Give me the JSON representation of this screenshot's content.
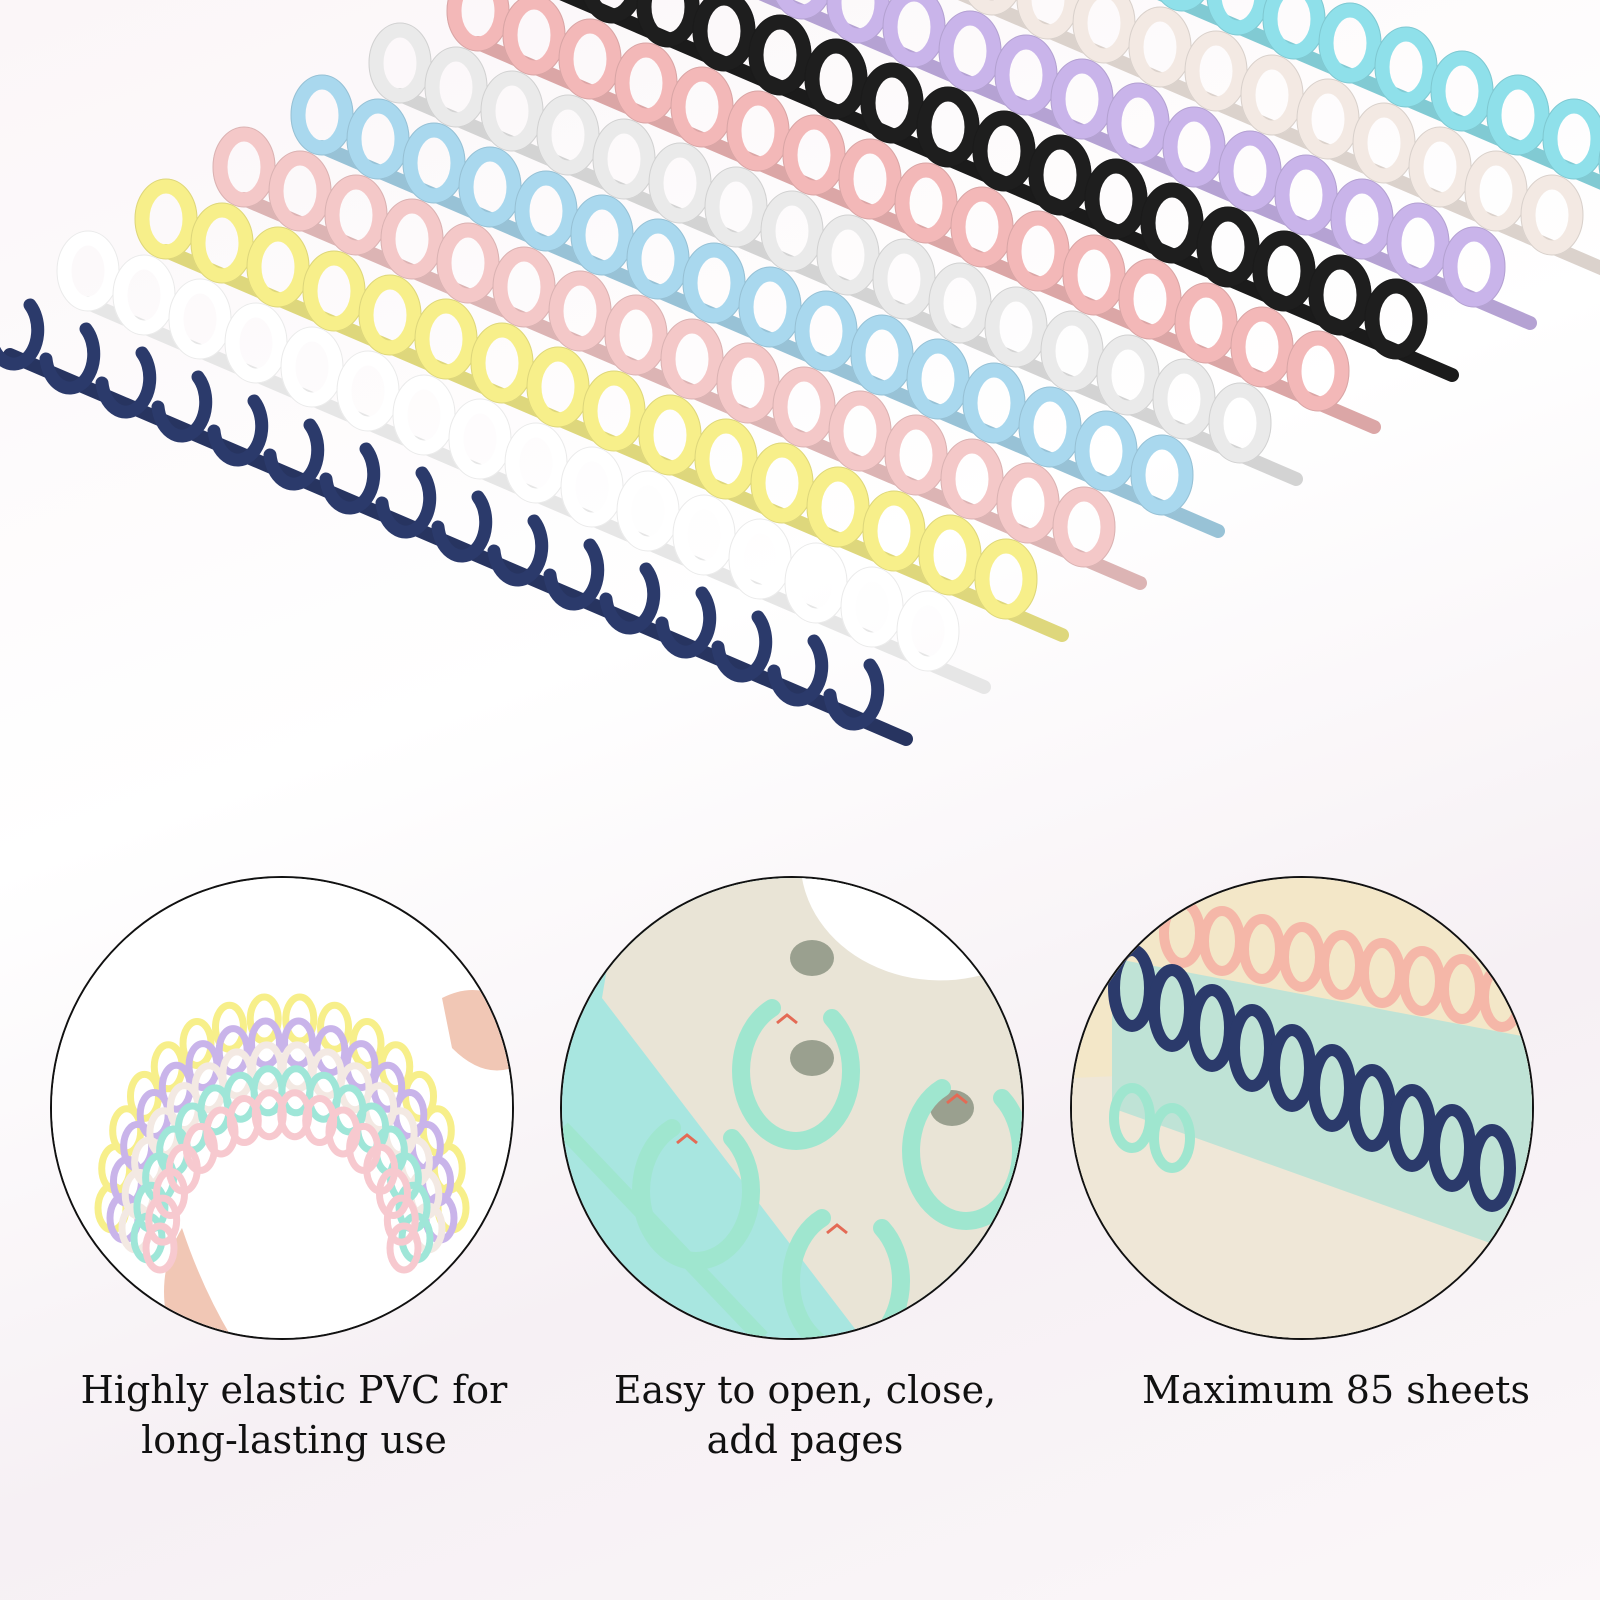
{
  "product": {
    "ring_row_colors": [
      "#2b3a6b",
      "#ffffff",
      "#f7ef8a",
      "#f4c8c8",
      "#a9d8ee",
      "#eaeaea",
      "#f3b8b8",
      "#1e1e1e",
      "#c9b4ea",
      "#f3e9e3",
      "#8fe0ea"
    ]
  },
  "features": [
    {
      "line1": "Highly elastic PVC for",
      "line2": "long-lasting use",
      "illustration": "bent-comb",
      "ring_colors": [
        "#f7ef8a",
        "#c9b4ea",
        "#f3e9e3",
        "#9fe6d8",
        "#f7c9cf"
      ]
    },
    {
      "line1": "Easy to open, close,",
      "line2": "add pages",
      "illustration": "open-ring",
      "ring_colors": [
        "#9fe6cf"
      ],
      "paper_color": "#e9e4d6",
      "bg_color": "#a8e6e0"
    },
    {
      "line1": "Maximum 85 sheets",
      "line2": "",
      "illustration": "bound-notebook",
      "ring_colors": [
        "#f5b7a8",
        "#2b3a6b",
        "#9fe6cf"
      ],
      "paper_color": "#efe7d7"
    }
  ]
}
